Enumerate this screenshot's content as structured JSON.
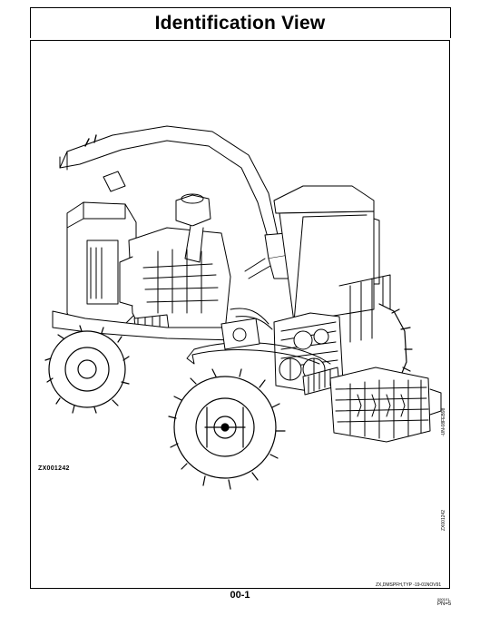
{
  "page": {
    "title": "Identification View",
    "page_number": "00-1",
    "page_date": "090101",
    "pn": "PN=5"
  },
  "figure": {
    "callout": "ZX001242",
    "side_code_upper": "-UN-08FEB98",
    "side_code_lower": "ZX001242",
    "footer_code": "ZX,DMSPFH,TYP -19-01NOV91",
    "illustration": "line-drawing-icon"
  }
}
